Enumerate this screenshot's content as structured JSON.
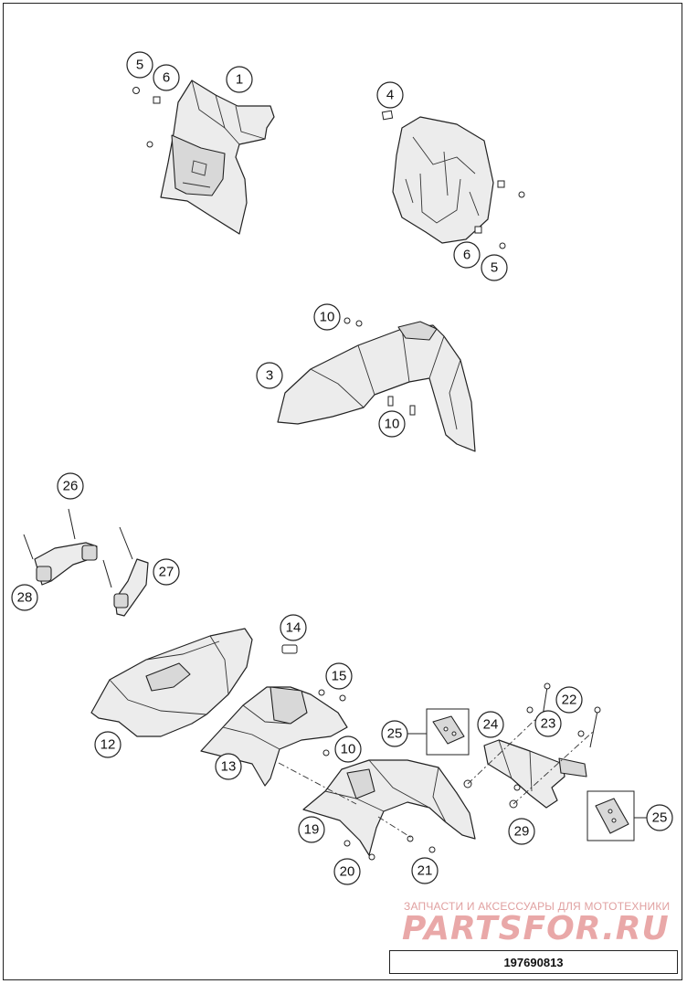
{
  "callouts": [
    {
      "id": "c1",
      "label": "1"
    },
    {
      "id": "c3",
      "label": "3"
    },
    {
      "id": "c4",
      "label": "4"
    },
    {
      "id": "c5a",
      "label": "5"
    },
    {
      "id": "c5b",
      "label": "5"
    },
    {
      "id": "c6a",
      "label": "6"
    },
    {
      "id": "c6b",
      "label": "6"
    },
    {
      "id": "c10a",
      "label": "10"
    },
    {
      "id": "c10b",
      "label": "10"
    },
    {
      "id": "c10c",
      "label": "10"
    },
    {
      "id": "c12",
      "label": "12"
    },
    {
      "id": "c13",
      "label": "13"
    },
    {
      "id": "c14",
      "label": "14"
    },
    {
      "id": "c15",
      "label": "15"
    },
    {
      "id": "c19",
      "label": "19"
    },
    {
      "id": "c20",
      "label": "20"
    },
    {
      "id": "c21",
      "label": "21"
    },
    {
      "id": "c22",
      "label": "22"
    },
    {
      "id": "c23",
      "label": "23"
    },
    {
      "id": "c24",
      "label": "24"
    },
    {
      "id": "c25a",
      "label": "25"
    },
    {
      "id": "c25b",
      "label": "25"
    },
    {
      "id": "c26",
      "label": "26"
    },
    {
      "id": "c27",
      "label": "27"
    },
    {
      "id": "c28",
      "label": "28"
    },
    {
      "id": "c29",
      "label": "29"
    }
  ],
  "watermark": {
    "tagline": "ЗАПЧАСТИ И АКСЕССУАРЫ ДЛЯ МОТОТЕХНИКИ",
    "brand": "PARTSFOR.RU"
  },
  "diagram_code": "197690813"
}
